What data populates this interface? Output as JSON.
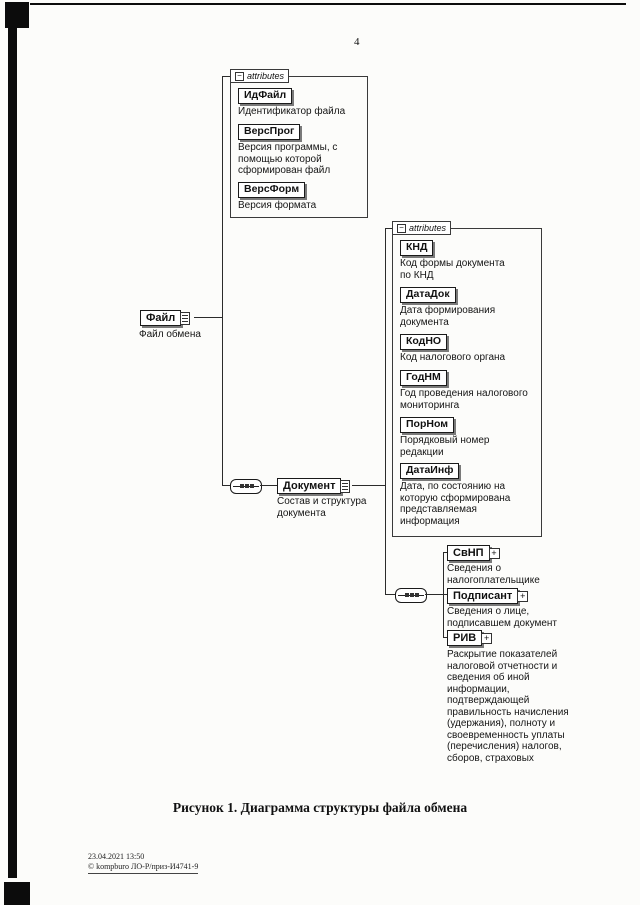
{
  "page": {
    "number": "4",
    "figure_caption": "Рисунок 1. Диаграмма структуры файла обмена",
    "footer": {
      "timestamp": "23.04.2021 13:50",
      "stamp": "© kompburo ЛО-Р/приз-И4741-9"
    }
  },
  "diagram": {
    "root_element": {
      "name": "Файл",
      "description": "Файл обмена"
    },
    "root_attributes": {
      "header": "attributes",
      "items": [
        {
          "name": "ИдФайл",
          "description": "Идентификатор файла"
        },
        {
          "name": "ВерсПрог",
          "description": "Версия программы, с помощью которой сформирован файл"
        },
        {
          "name": "ВерсФорм",
          "description": "Версия формата"
        }
      ]
    },
    "document_element": {
      "name": "Документ",
      "description": "Состав и структура документа"
    },
    "document_attributes": {
      "header": "attributes",
      "items": [
        {
          "name": "КНД",
          "description": "Код формы документа по КНД"
        },
        {
          "name": "ДатаДок",
          "description": "Дата формирования документа"
        },
        {
          "name": "КодНО",
          "description": "Код налогового органа"
        },
        {
          "name": "ГодНМ",
          "description": "Год проведения налогового мониторинга"
        },
        {
          "name": "ПорНом",
          "description": "Порядковый номер редакции"
        },
        {
          "name": "ДатаИнф",
          "description": "Дата, по состоянию на которую сформирована представляемая информация"
        }
      ]
    },
    "document_children": [
      {
        "name": "СвНП",
        "description": "Сведения о налогоплательщике"
      },
      {
        "name": "Подписант",
        "description": "Сведения о лице, подписавшем документ"
      },
      {
        "name": "РИВ",
        "description": "Раскрытие показателей налоговой отчетности и сведения об иной информации, подтверждающей правильность начисления (удержания), полноту и своевременность уплаты (перечисления) налогов, сборов, страховых"
      }
    ]
  }
}
